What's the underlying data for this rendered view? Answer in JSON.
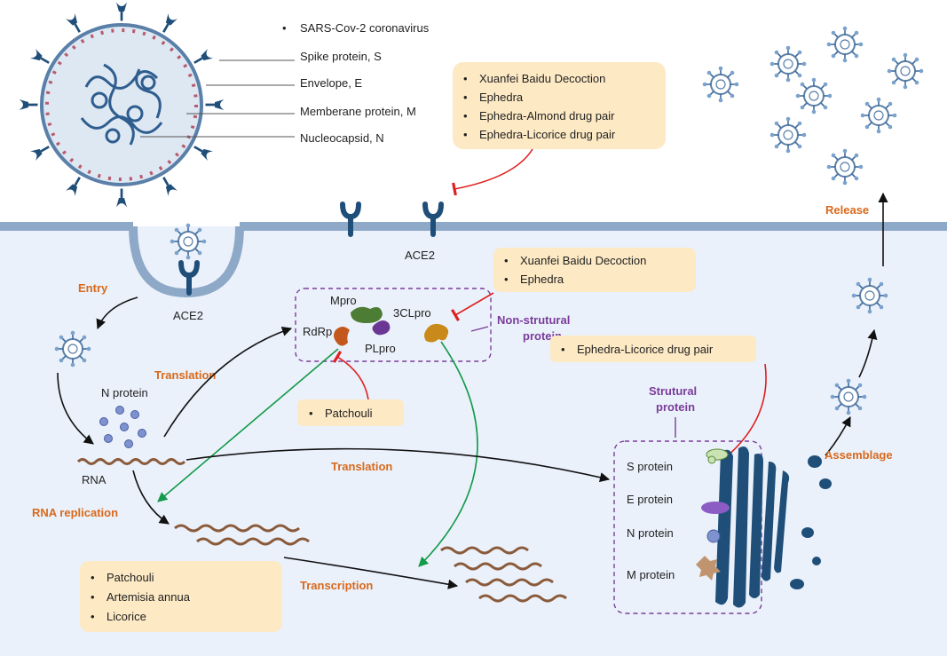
{
  "virus_legend": [
    "SARS-Cov-2 coronavirus",
    "Spike protein, S",
    "Envelope, E",
    "Memberane protein, M",
    "Nucleocapsid, N"
  ],
  "drug_boxes": {
    "entry_block": [
      "Xuanfei Baidu Decoction",
      "Ephedra",
      "Ephedra-Almond drug pair",
      "Ephedra-Licorice drug pair"
    ],
    "protease_block": [
      "Xuanfei Baidu Decoction",
      "Ephedra"
    ],
    "structural_block": [
      "Ephedra-Licorice drug pair"
    ],
    "rdrp_block": [
      "Patchouli"
    ],
    "replication_block": [
      "Patchouli",
      "Artemisia annua",
      "Licorice"
    ]
  },
  "labels": {
    "ace2_membrane": "ACE2",
    "ace2_pit": "ACE2",
    "entry": "Entry",
    "release": "Release",
    "assemblage": "Assemblage",
    "translation_top": "Translation",
    "translation_mid": "Translation",
    "rna_replication": "RNA replication",
    "transcription": "Transcription",
    "n_protein": "N protein",
    "rna": "RNA",
    "mpro": "Mpro",
    "rdrp": "RdRp",
    "plpro": "PLpro",
    "threeclpro": "3CLpro",
    "nonstructural_1": "Non-strutural",
    "nonstructural_2": "protein",
    "structural_1": "Strutural",
    "structural_2": "protein",
    "s_protein": "S protein",
    "e_protein": "E protein",
    "n_protein_er": "N protein",
    "m_protein": "M protein"
  },
  "colors": {
    "cell_fill": "#eaf1fa",
    "membrane": "#8ea9c8",
    "drug_box": "#fde9c4",
    "process_label": "#d9691c",
    "protein_label": "#7a3c9a",
    "inhibit": "#e02020",
    "replication_arrow": "#139a4a",
    "receptor": "#1f4e79"
  }
}
